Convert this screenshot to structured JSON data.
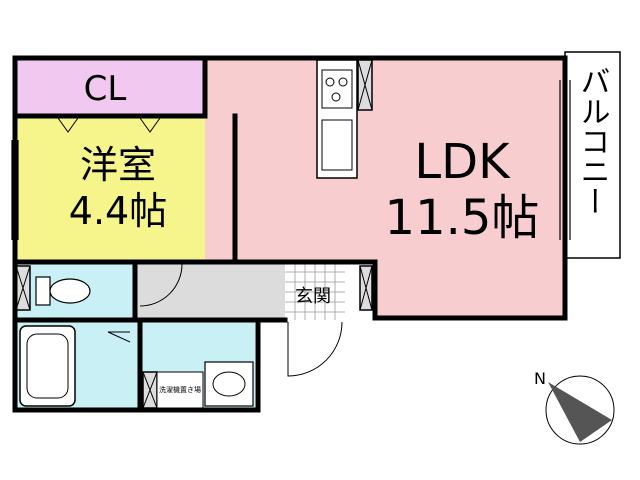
{
  "rooms": {
    "closet": {
      "label": "CL",
      "color": "#f0c8f0"
    },
    "western_room": {
      "name": "洋室",
      "size": "4.4帖",
      "color": "#f5f58c"
    },
    "ldk": {
      "name": "LDK",
      "size": "11.5帖",
      "color": "#f8cdd0"
    },
    "balcony": {
      "label": "バルコニー"
    },
    "entrance": {
      "label": "玄関"
    },
    "laundry": {
      "label": "洗濯機置き場"
    },
    "wet_area_color": "#c8f0f5",
    "hallway_color": "#dcdcdc"
  },
  "compass": {
    "label": "N"
  }
}
